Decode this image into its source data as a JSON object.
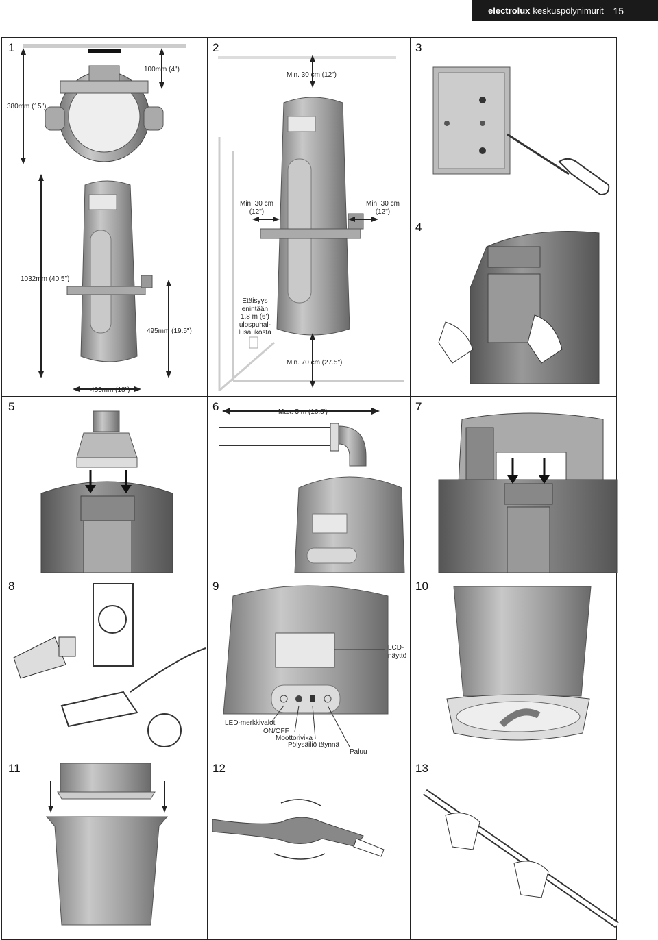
{
  "header": {
    "brand": "electrolux",
    "title": "keskuspölynimurit",
    "page_number": "15"
  },
  "panels": {
    "p1": "1",
    "p2": "2",
    "p3": "3",
    "p4": "4",
    "p5": "5",
    "p6": "6",
    "p7": "7",
    "p8": "8",
    "p9": "9",
    "p10": "10",
    "p11": "11",
    "p12": "12",
    "p13": "13"
  },
  "dims": {
    "d100": "100mm (4\")",
    "d380": "380mm (15\")",
    "d1032": "1032mm (40.5\")",
    "d495": "495mm (19.5\")",
    "d465": "465mm (18\")",
    "min30top": "Min. 30 cm (12\")",
    "min30l_1": "Min. 30 cm",
    "min30l_2": "(12\")",
    "min30r_1": "Min. 30 cm",
    "min30r_2": "(12\")",
    "etaisyys": [
      "Etäisyys",
      "enintään",
      "1.8 m (6')",
      "ulospuhal-",
      "lusaukosta"
    ],
    "min70": "Min. 70 cm (27.5\")",
    "max5": "Max. 5 m (16.5')"
  },
  "labels": {
    "lcd_1": "LCD-",
    "lcd_2": "näyttö",
    "led": "LED-merkkivalot",
    "onoff": "ON/OFF",
    "motor": "Moottorivika",
    "dust": "Pölysäiliö täynnä",
    "paluu": "Paluu"
  },
  "colors": {
    "frame": "#222222",
    "header_bg": "#1a1a1a",
    "unit_fill": "#9a9a9a",
    "unit_dark": "#6f6f6f"
  }
}
